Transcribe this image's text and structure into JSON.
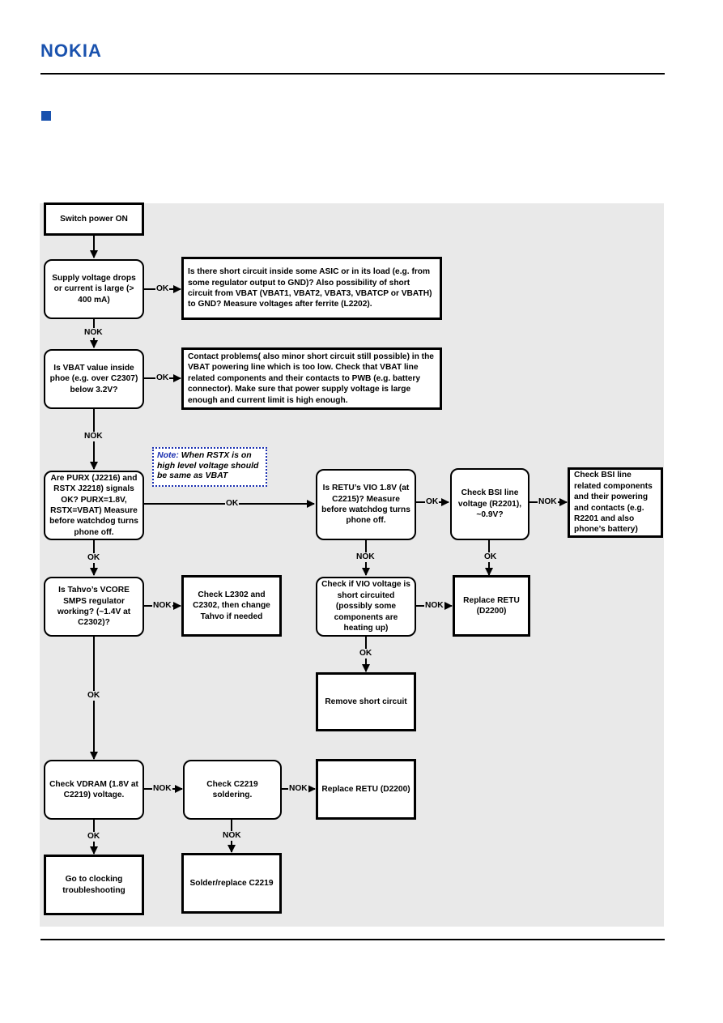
{
  "header": {
    "logo_text": "NOKIA",
    "brand_color": "#1a52ae"
  },
  "flowchart": {
    "nodes": {
      "n1": "Switch power ON",
      "n2": "Supply voltage drops or current is large (> 400 mA)",
      "n3": "Is there short circuit inside some ASIC or in its load (e.g. from some regulator output to GND)? Also possibility of short circuit from VBAT (VBAT1, VBAT2, VBAT3, VBATCP or VBATH) to GND? Measure voltages after ferrite (L2202).",
      "n4": "Is VBAT value inside phoe (e.g. over C2307) below 3.2V?",
      "n5": "Contact problems( also minor short circuit still possible) in the VBAT powering line which is too low. Check that VBAT line related components and their contacts to PWB (e.g. battery connector). Make sure that power supply voltage is large enough and current limit is high enough.",
      "n6": "Are PURX (J2216) and RSTX J2218) signals OK? PURX=1.8V, RSTX=VBAT) Measure before watchdog turns phone off.",
      "n7": "Is RETU’s VIO 1.8V (at C2215)? Measure before watchdog turns phone off.",
      "n8": "Check BSI line voltage (R2201), ~0.9V?",
      "n9": "Check BSI line related components and their powering and contacts (e.g. R2201 and also phone’s battery)",
      "n10": "Is Tahvo’s VCORE SMPS  regulator working? (~1.4V at C2302)?",
      "n11": "Check L2302 and C2302, then change Tahvo if needed",
      "n12": "Check if VIO voltage is short circuited (possibly some components are heating up)",
      "n13": "Replace RETU (D2200)",
      "n14": "Remove short circuit",
      "n15": "Check VDRAM (1.8V at C2219) voltage.",
      "n16": "Check C2219 soldering.",
      "n17": "Replace RETU (D2200)",
      "n18": "Go to clocking troubleshooting",
      "n19": "Solder/replace C2219"
    },
    "note": {
      "label": "Note:",
      "text": " When RSTX is on high level voltage should be same as VBAT"
    },
    "edge_labels": {
      "e2_3": "OK",
      "e2_4": "NOK",
      "e4_5": "OK",
      "e4_6": "NOK",
      "e6_7": "OK",
      "e7_8": "OK",
      "e8_9": "NOK",
      "e7_12": "NOK",
      "e8_13": "OK",
      "e6_10": "OK",
      "e10_11": "NOK",
      "e12_13": "NOK",
      "e12_14": "OK",
      "e10_15": "OK",
      "e15_16": "NOK",
      "e16_17": "NOK",
      "e15_18": "OK",
      "e16_19": "NOK"
    }
  }
}
